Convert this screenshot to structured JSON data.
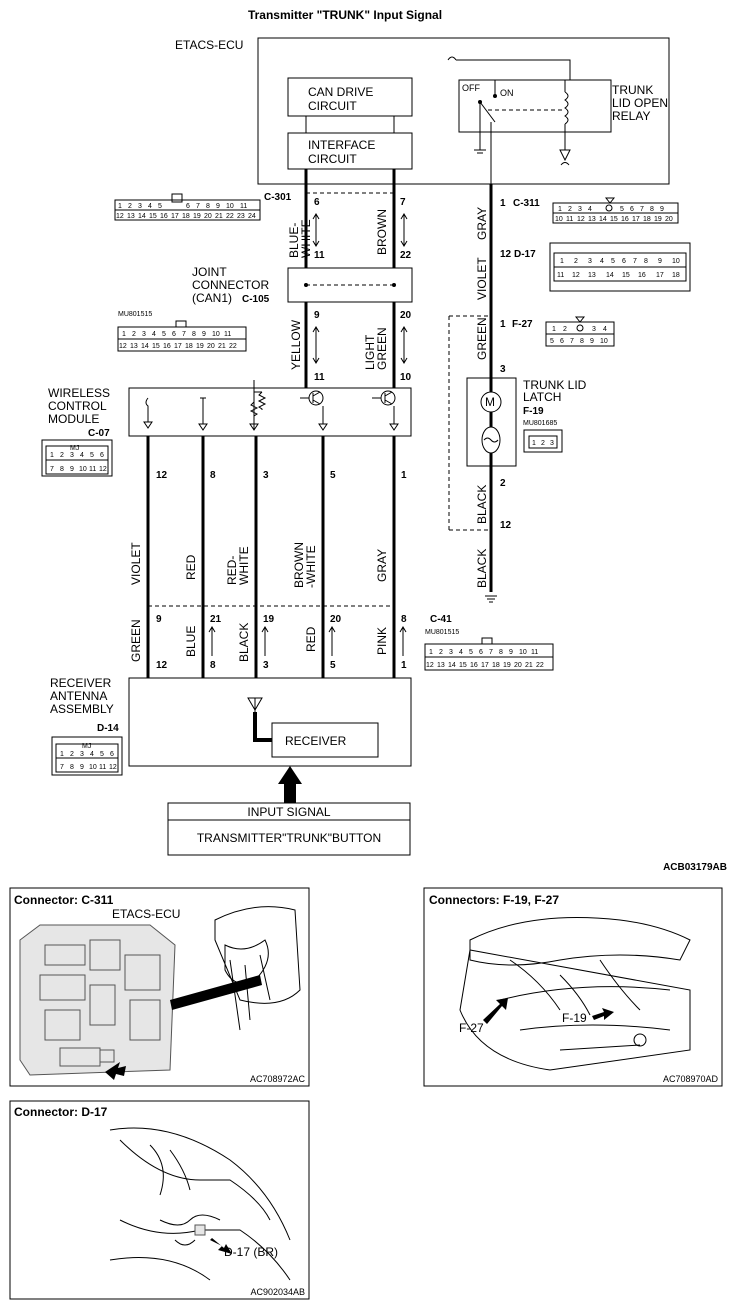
{
  "title": "Transmitter \"TRUNK\" Input Signal",
  "figure_code": "ACB03179AB",
  "ecu": {
    "label": "ETACS-ECU",
    "can_drive": [
      "CAN DRIVE",
      "CIRCUIT"
    ],
    "interface": [
      "INTERFACE",
      "CIRCUIT"
    ],
    "relay_off": "OFF",
    "relay_on": "ON",
    "relay_label": [
      "TRUNK",
      "LID OPEN",
      "RELAY"
    ]
  },
  "connectors": {
    "c301": "C-301",
    "c311": "C-311",
    "d17": "D-17",
    "f27": "F-27",
    "f19": "F-19",
    "c105": "C-105",
    "c07": "C-07",
    "c41": "C-41",
    "d14": "D-14",
    "mu801515_a": "MU801515",
    "mu801515_b": "MU801515",
    "mu801685": "MU801685",
    "mj_a": "MJ",
    "mj_b": "MJ"
  },
  "pins": {
    "c301_a": "6",
    "c301_b": "7",
    "c301_a2": "11",
    "c301_b2": "22",
    "c105_a": "9",
    "c105_b": "20",
    "c105_a2": "11",
    "c105_b2": "10",
    "c311": "1",
    "d17": "12",
    "f27": "1",
    "f19_top": "3",
    "f19_bot": "2",
    "f27_bot": "12",
    "wcm": [
      "12",
      "8",
      "3",
      "5",
      "1"
    ],
    "c41": [
      "9",
      "21",
      "19",
      "20",
      "8"
    ],
    "d14": [
      "12",
      "8",
      "3",
      "5",
      "1"
    ]
  },
  "wires": {
    "blue_white": [
      "BLUE-",
      "WHITE"
    ],
    "brown": "BROWN",
    "yellow": "YELLOW",
    "light_green": [
      "LIGHT",
      "GREEN"
    ],
    "gray": "GRAY",
    "violet": "VIOLET",
    "green": "GREEN",
    "black_a": "BLACK",
    "black_b": "BLACK",
    "lower": [
      "VIOLET",
      "RED",
      "RED-",
      "WHITE",
      "BROWN",
      "-WHITE",
      "GRAY"
    ],
    "bottom": [
      "GREEN",
      "BLUE",
      "BLACK",
      "RED",
      "PINK"
    ]
  },
  "joint": [
    "JOINT",
    "CONNECTOR",
    "(CAN1)"
  ],
  "trunk_latch": [
    "TRUNK LID",
    "LATCH"
  ],
  "wcm_label": [
    "WIRELESS",
    "CONTROL",
    "MODULE"
  ],
  "receiver_assy": [
    "RECEIVER",
    "ANTENNA",
    "ASSEMBLY"
  ],
  "receiver": "RECEIVER",
  "input_signal": "INPUT SIGNAL",
  "transmitter_button": "TRANSMITTER\"TRUNK\"BUTTON",
  "connector_grids": {
    "c301_row1": [
      "1",
      "2",
      "3",
      "4",
      "5",
      "",
      "6",
      "7",
      "8",
      "9",
      "10",
      "11"
    ],
    "c301_row2": [
      "12",
      "13",
      "14",
      "15",
      "16",
      "17",
      "18",
      "19",
      "20",
      "21",
      "22",
      "23",
      "24"
    ],
    "c311_row1": [
      "1",
      "2",
      "3",
      "4",
      "",
      "5",
      "6",
      "7",
      "8",
      "9"
    ],
    "c311_row2": [
      "10",
      "11",
      "12",
      "13",
      "14",
      "15",
      "16",
      "17",
      "18",
      "19",
      "20"
    ],
    "c105_row1": [
      "1",
      "2",
      "3",
      "4",
      "5",
      "6",
      "7",
      "8",
      "9",
      "10",
      "11"
    ],
    "c105_row2": [
      "12",
      "13",
      "14",
      "15",
      "16",
      "17",
      "18",
      "19",
      "20",
      "21",
      "22"
    ],
    "c07_row1": [
      "1",
      "2",
      "3",
      "4",
      "5",
      "6"
    ],
    "c07_row2": [
      "7",
      "8",
      "9",
      "10",
      "11",
      "12"
    ],
    "d17_row1": [
      "1",
      "2",
      "3",
      "4",
      "5",
      "6",
      "7",
      "8",
      "9",
      "10"
    ],
    "d17_row2": [
      "11",
      "12",
      "13",
      "14",
      "15",
      "16",
      "17",
      "18"
    ],
    "f27_row1": [
      "1",
      "2",
      "",
      "3",
      "4"
    ],
    "f27_row2": [
      "5",
      "6",
      "7",
      "8",
      "9",
      "10"
    ],
    "f19_row": [
      "1",
      "2",
      "3"
    ]
  },
  "photos": {
    "p1_title": "Connector: C-311",
    "p1_sub": "ETACS-ECU",
    "p1_code": "AC708972AC",
    "p2_title": "Connectors: F-19, F-27",
    "p2_f27": "F-27",
    "p2_f19": "F-19",
    "p2_code": "AC708970AD",
    "p3_title": "Connector: D-17",
    "p3_label": "D-17 (BR)",
    "p3_code": "AC902034AB"
  }
}
